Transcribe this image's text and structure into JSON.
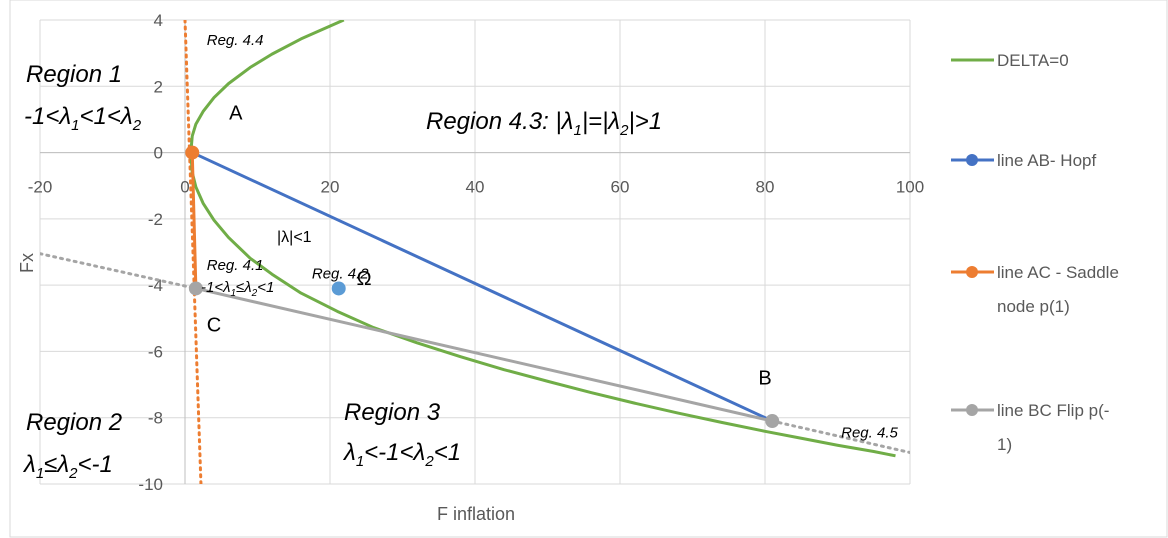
{
  "chart_data": {
    "type": "line",
    "title": "",
    "xlabel": "F inflation",
    "ylabel": "Fx",
    "xlim": [
      -20,
      100
    ],
    "ylim": [
      -10,
      4
    ],
    "xticks": [
      -20,
      0,
      20,
      40,
      60,
      80,
      100
    ],
    "yticks": [
      -10,
      -8,
      -6,
      -4,
      -2,
      0,
      2,
      4
    ],
    "grid": true,
    "legend_position": "right",
    "colors": {
      "delta": "#70AD47",
      "hopf": "#4472C4",
      "saddle": "#ED7D31",
      "flip": "#A5A5A5",
      "omega": "#5B9BD5"
    },
    "series": [
      {
        "name": "DELTA=0",
        "color": "#70AD47",
        "kind": "curve",
        "x": [
          21.9,
          16,
          12,
          9,
          6,
          4,
          2.5,
          1.5,
          1,
          0.8,
          1,
          1.5,
          2.5,
          4,
          6,
          9,
          12,
          16,
          21,
          26,
          32,
          38,
          44,
          50,
          56,
          62,
          68,
          74,
          80,
          85,
          90,
          95,
          98
        ],
        "y": [
          4,
          3.43,
          2.97,
          2.57,
          2.08,
          1.66,
          1.24,
          0.86,
          0.5,
          0,
          -0.6,
          -1.04,
          -1.53,
          -2.04,
          -2.56,
          -3.19,
          -3.67,
          -4.24,
          -4.79,
          -5.28,
          -5.74,
          -6.16,
          -6.55,
          -6.9,
          -7.24,
          -7.56,
          -7.86,
          -8.14,
          -8.41,
          -8.62,
          -8.83,
          -9.02,
          -9.15
        ]
      },
      {
        "name": "line AB- Hopf",
        "color": "#4472C4",
        "kind": "line-markers",
        "x": [
          1,
          81
        ],
        "y": [
          0,
          -8.1
        ]
      },
      {
        "name": "line AC - Saddle node p(1)",
        "color": "#ED7D31",
        "kind": "line-markers",
        "x": [
          1,
          1.5
        ],
        "y": [
          0,
          -4.1
        ]
      },
      {
        "name": "line BC Flip p(-1)",
        "color": "#A5A5A5",
        "kind": "line-markers",
        "x": [
          1.5,
          81
        ],
        "y": [
          -4.1,
          -8.1
        ]
      }
    ],
    "extensions": [
      {
        "color": "#A5A5A5",
        "x": [
          -20,
          1.5
        ],
        "y": [
          -3.05,
          -4.1
        ]
      },
      {
        "color": "#A5A5A5",
        "x": [
          81,
          100
        ],
        "y": [
          -8.1,
          -9.05
        ]
      },
      {
        "color": "#ED7D31",
        "x": [
          0,
          2.2
        ],
        "y": [
          4,
          -10
        ]
      }
    ],
    "points": [
      {
        "label": "A",
        "x": 1,
        "y": 0,
        "color": "#ED7D31",
        "label_dx": 6,
        "label_dy": 1.0
      },
      {
        "label": "B",
        "x": 81,
        "y": -8.1,
        "color": "#A5A5A5",
        "label_dx": -1,
        "label_dy": 1.1
      },
      {
        "label": "C",
        "x": 1.5,
        "y": -4.1,
        "color": "#A5A5A5",
        "label_dx": 2.5,
        "label_dy": -1.3
      },
      {
        "label": "Ω",
        "x": 21.2,
        "y": -4.1,
        "color": "#5B9BD5",
        "label_dx": 3.5,
        "label_dy": 0.1
      }
    ],
    "annotations": [
      {
        "text": "Reg. 4.4",
        "x": 3,
        "y": 3.25,
        "size": 15
      },
      {
        "text": "Reg. 4.1",
        "x": 3,
        "y": -3.55,
        "size": 15
      },
      {
        "text": "Reg. 4.2",
        "x": 17.5,
        "y": -3.8,
        "size": 15
      },
      {
        "text": "Reg. 4.5",
        "x": 90.5,
        "y": -8.6,
        "size": 15
      }
    ],
    "regions": {
      "r1_title": "Region 1",
      "r1_cond": "-1<λ1<1<λ2",
      "r2_title": "Region 2",
      "r2_cond": "λ1≤λ2<-1",
      "r3_title": "Region 3",
      "r3_cond": "λ1<-1<λ2<1",
      "r43_prefix": "Region 4.3:  |λ",
      "r43_mid": "|=|λ",
      "r43_suffix": "|>1",
      "r41_cond_a": "-1<λ",
      "r41_cond_b": "≤λ",
      "r41_cond_c": "<1",
      "abs_lambda": "|λ|<1",
      "sub1": "1",
      "sub2": "2"
    }
  }
}
